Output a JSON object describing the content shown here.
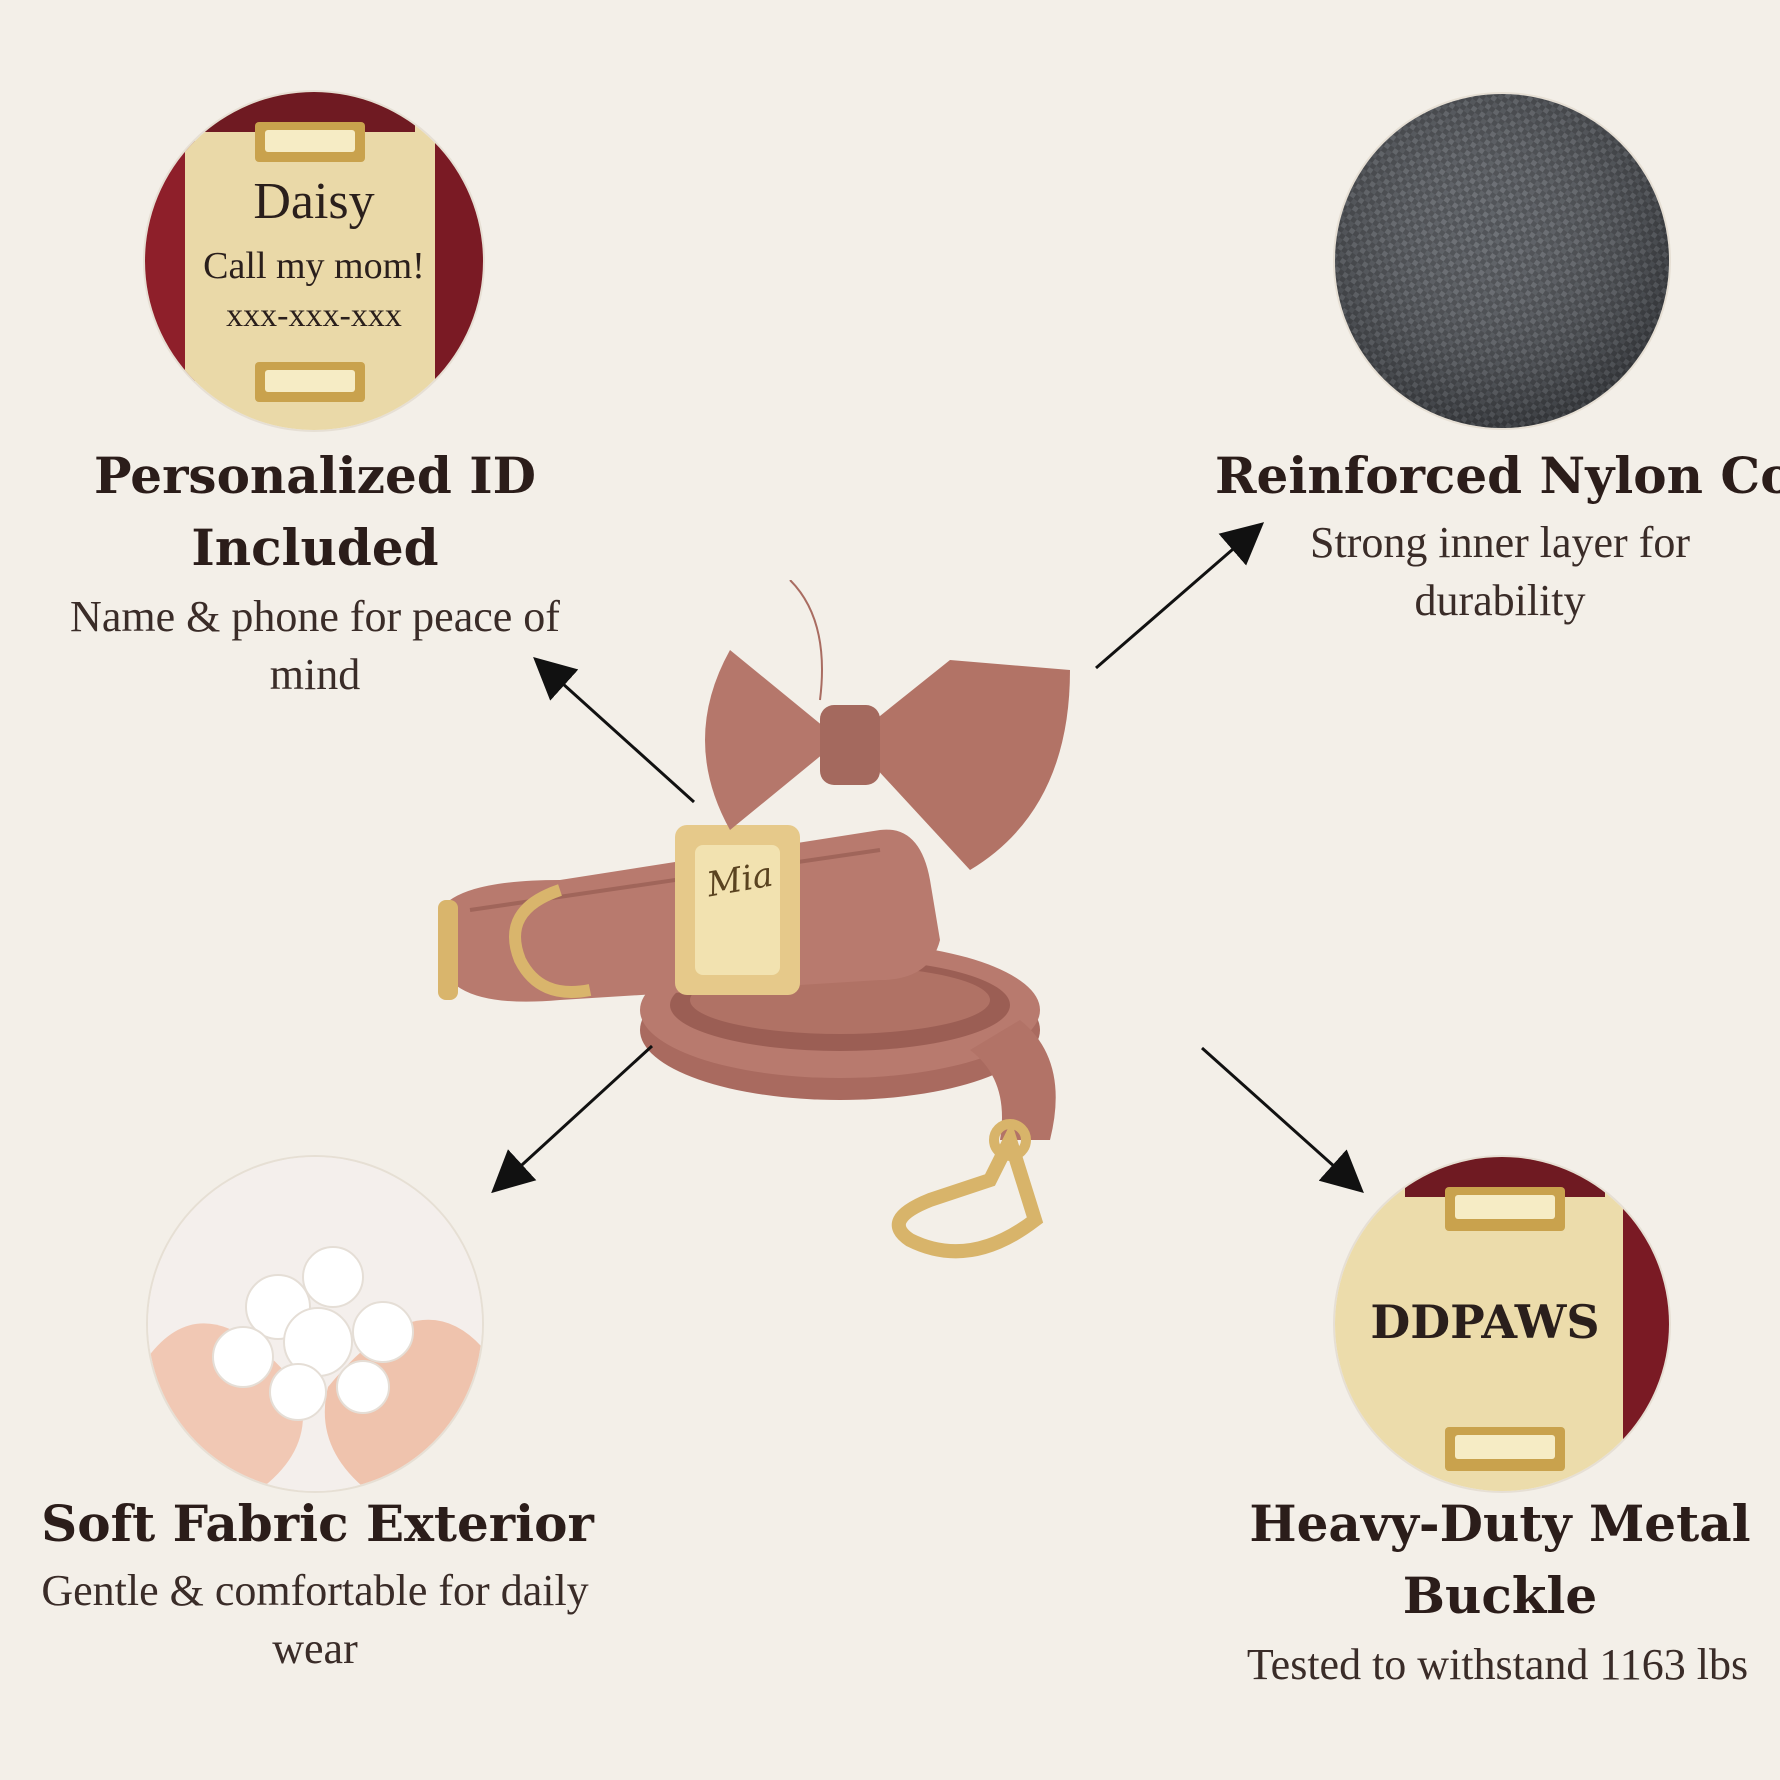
{
  "colors": {
    "background": "#f3efe8",
    "velvet": "#b4756a",
    "gold": "#e9d9a6",
    "text": "#2b1d1a"
  },
  "id_tag": {
    "name": "Daisy",
    "line": "Call my mom!",
    "phone": "xxx-xxx-xxx"
  },
  "buckle_tag": {
    "brand": "DDPAWS"
  },
  "collar_engraving": "Mia",
  "features": [
    {
      "title": "Personalized ID Included",
      "description": "Name & phone for peace of mind",
      "icon": "id-tag-closeup"
    },
    {
      "title": "Reinforced Nylon Core",
      "description": "Strong inner layer for durability",
      "icon": "nylon-texture"
    },
    {
      "title": "Soft Fabric Exterior",
      "description": "Gentle & comfortable for daily wear",
      "icon": "cotton-in-hands"
    },
    {
      "title": "Heavy-Duty Metal Buckle",
      "description": "Tested to withstand 1163 lbs",
      "icon": "metal-buckle-closeup"
    }
  ]
}
